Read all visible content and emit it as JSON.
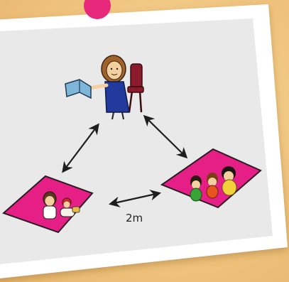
{
  "diagram": {
    "distance_label": "2m",
    "colors": {
      "background": "#f0c47f",
      "card": "#ffffff",
      "card_inner": "#e9e9ea",
      "pushpin": "#e8287a",
      "mat": "#e61f86",
      "mat_outline": "#2b1b22",
      "arrow": "#1d1d1d"
    },
    "nodes": [
      {
        "id": "teacher",
        "description_icon": "teacher-reading-book-icon"
      },
      {
        "id": "mat-left",
        "description_icon": "two-children-on-mat-icon"
      },
      {
        "id": "mat-right",
        "description_icon": "three-children-on-mat-icon"
      }
    ],
    "edges": [
      {
        "from": "teacher",
        "to": "mat-left",
        "bidirectional": true
      },
      {
        "from": "teacher",
        "to": "mat-right",
        "bidirectional": true
      },
      {
        "from": "mat-left",
        "to": "mat-right",
        "bidirectional": true,
        "label_key": "distance_label"
      }
    ]
  }
}
